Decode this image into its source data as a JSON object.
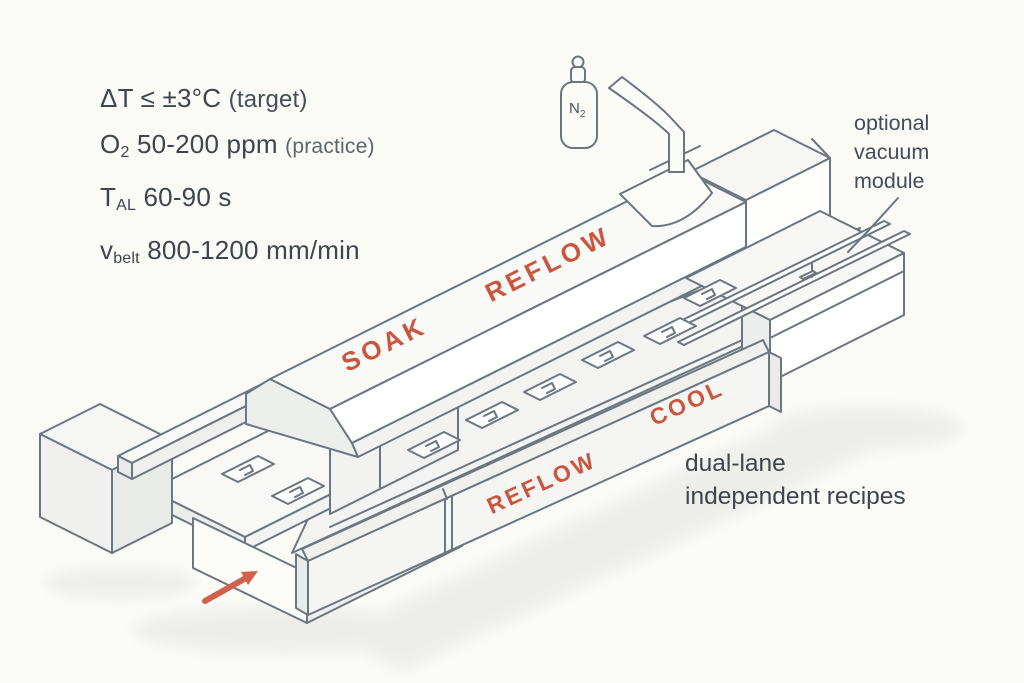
{
  "colors": {
    "accent_orange": "#ca5640",
    "line_gray": "#6b7680",
    "text_dark": "#3e454c",
    "background": "#fafaf7"
  },
  "specs": {
    "line1": {
      "main": "ΔT ≤ ±3°C",
      "note": "(target)"
    },
    "line2": {
      "sym": "O",
      "sub": "2",
      "val": " 50-200 ppm",
      "note": "(practice)"
    },
    "line3": {
      "sym": "T",
      "sub": "AL",
      "val": " 60-90 s"
    },
    "line4": {
      "sym": "v",
      "sub": "belt",
      "val": " 800-1200 mm/min"
    }
  },
  "zone_labels": {
    "soak": "SOAK",
    "reflow_top": "REFLOW",
    "reflow_front": "REFLOW",
    "cool": "COOL"
  },
  "gas_cylinder": {
    "sym": "N",
    "sub": "2"
  },
  "annotations": {
    "vacuum_module_lines": [
      "optional",
      "vacuum",
      "module"
    ],
    "dual_lane_lines": [
      "dual-lane",
      "independent recipes"
    ]
  }
}
